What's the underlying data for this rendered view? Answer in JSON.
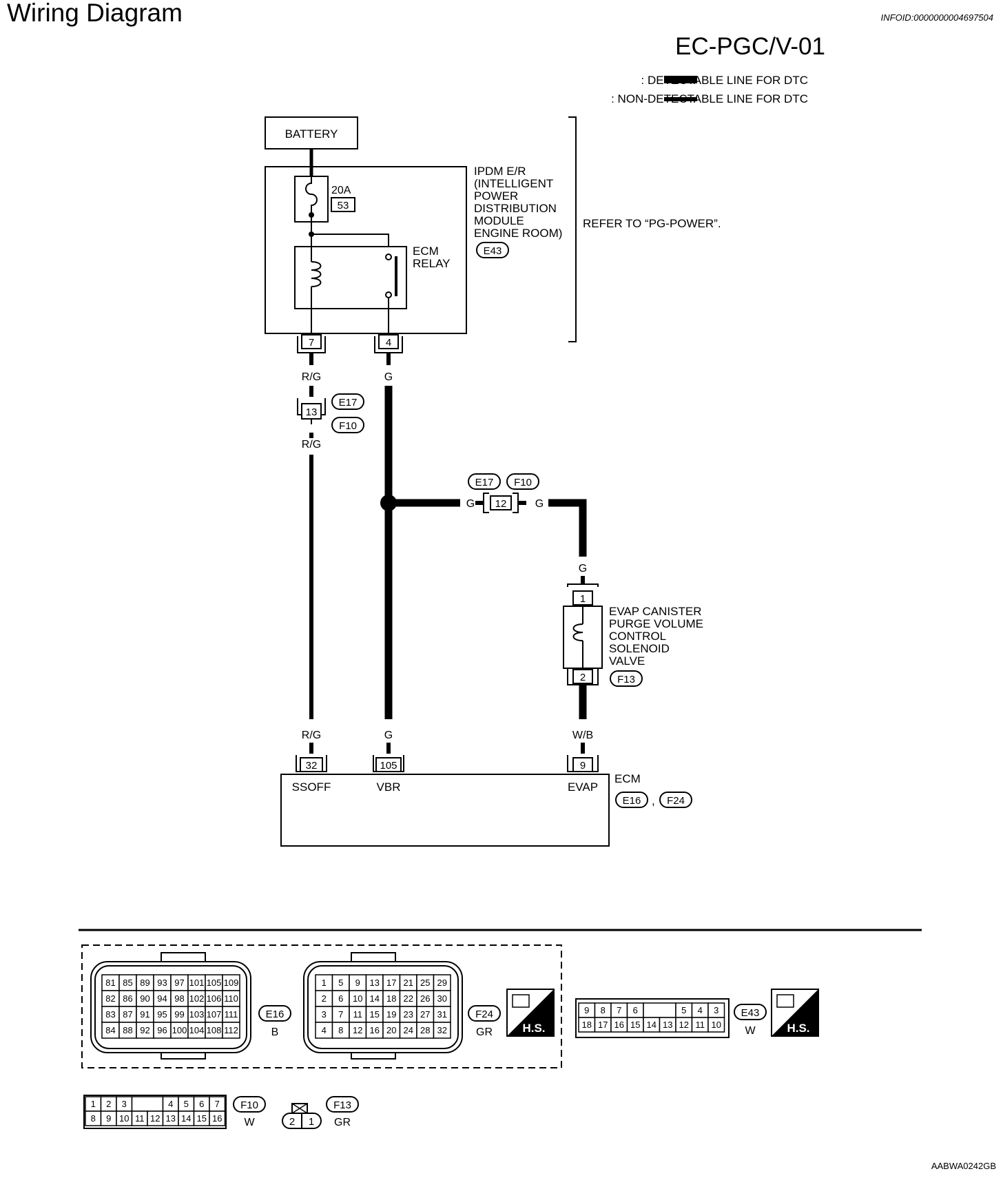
{
  "header": {
    "title": "Wiring Diagram",
    "info_id": "INFOID:0000000004697504",
    "code": "EC-PGC/V-01"
  },
  "legend": {
    "detectable": ": DETECTABLE LINE FOR DTC",
    "non_detectable": ": NON-DETECTABLE LINE FOR DTC"
  },
  "battery": "BATTERY",
  "ipdm": {
    "lines": [
      "IPDM E/R",
      "(INTELLIGENT",
      "POWER",
      "DISTRIBUTION",
      "MODULE",
      "ENGINE ROOM)"
    ],
    "connector": "E43",
    "fuse_rating": "20A",
    "fuse_no": "53",
    "relay_lines": [
      "ECM",
      "RELAY"
    ],
    "pin_left": "7",
    "pin_right": "4",
    "refer": "REFER TO “PG-POWER”."
  },
  "wires": {
    "rg": "R/G",
    "g": "G",
    "wb": "W/B"
  },
  "joint_left": {
    "pin": "13",
    "conn_top": "E17",
    "conn_bottom": "F10"
  },
  "joint_right": {
    "pin": "12",
    "conn_a": "E17",
    "conn_b": "F10"
  },
  "evap_valve": {
    "lines": [
      "EVAP CANISTER",
      "PURGE VOLUME",
      "CONTROL",
      "SOLENOID",
      "VALVE"
    ],
    "pin_top": "1",
    "pin_bottom": "2",
    "connector": "F13"
  },
  "ecm": {
    "label": "ECM",
    "conn_a": "E16",
    "conn_b": "F24",
    "separator": ",",
    "terminals": [
      {
        "pin": "32",
        "name": "SSOFF"
      },
      {
        "pin": "105",
        "name": "VBR"
      },
      {
        "pin": "9",
        "name": "EVAP"
      }
    ]
  },
  "connectors": {
    "e16": {
      "id": "E16",
      "color": "B",
      "rows": [
        [
          "81",
          "85",
          "89",
          "93",
          "97",
          "101",
          "105",
          "109"
        ],
        [
          "82",
          "86",
          "90",
          "94",
          "98",
          "102",
          "106",
          "110"
        ],
        [
          "83",
          "87",
          "91",
          "95",
          "99",
          "103",
          "107",
          "111"
        ],
        [
          "84",
          "88",
          "92",
          "96",
          "100",
          "104",
          "108",
          "112"
        ]
      ]
    },
    "f24": {
      "id": "F24",
      "color": "GR",
      "rows": [
        [
          "1",
          "5",
          "9",
          "13",
          "17",
          "21",
          "25",
          "29"
        ],
        [
          "2",
          "6",
          "10",
          "14",
          "18",
          "22",
          "26",
          "30"
        ],
        [
          "3",
          "7",
          "11",
          "15",
          "19",
          "23",
          "27",
          "31"
        ],
        [
          "4",
          "8",
          "12",
          "16",
          "20",
          "24",
          "28",
          "32"
        ]
      ]
    },
    "e43": {
      "id": "E43",
      "color": "W",
      "top": [
        "9",
        "8",
        "7",
        "6",
        "5",
        "4",
        "3"
      ],
      "bottom": [
        "18",
        "17",
        "16",
        "15",
        "14",
        "13",
        "12",
        "11",
        "10"
      ]
    },
    "f10": {
      "id": "F10",
      "color": "W",
      "top": [
        "1",
        "2",
        "3",
        "4",
        "5",
        "6",
        "7"
      ],
      "bottom": [
        "8",
        "9",
        "10",
        "11",
        "12",
        "13",
        "14",
        "15",
        "16"
      ]
    },
    "f13": {
      "id": "F13",
      "color": "GR",
      "pins": [
        "2",
        "1"
      ]
    },
    "hs": "H.S."
  },
  "reference": "AABWA0242GB"
}
